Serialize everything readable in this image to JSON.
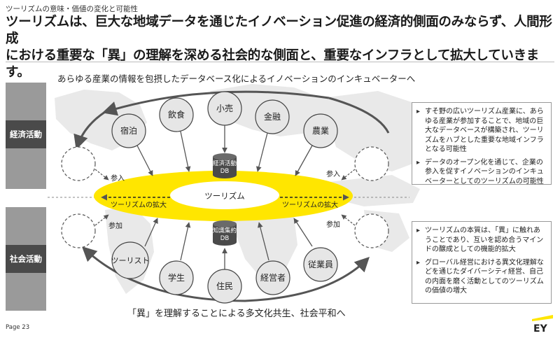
{
  "subtitle": "ツーリズムの意味・価値の変化と可能性",
  "headline_line1": "ツーリズムは、巨大な地域データを通じたイノベーション促進の経済的側面のみならず、人間形成",
  "headline_line2": "における重要な「異」の理解を深める社会的な側面と、重要なインフラとして拡大していきます。",
  "incubator_caption": "あらゆる産業の情報を包摂したデータベース化によるイノベーションのインキュベーターへ",
  "bottom_caption": "「異」を理解することによる多文化共生、社会平和へ",
  "page_number": "Page 23",
  "row_labels": {
    "economic": "経済活動",
    "social": "社会活動"
  },
  "center_label": "ツーリズム",
  "expand_label_left": "ツーリズムの拡大",
  "expand_label_right": "ツーリズムの拡大",
  "participate_label": "参入",
  "join_label": "参加",
  "db_economic": {
    "line1": "経済活動",
    "line2": "DB"
  },
  "db_knowledge": {
    "line1": "知識集約",
    "line2": "DB"
  },
  "top_nodes": [
    "宿泊",
    "飲食",
    "小売",
    "金融",
    "農業"
  ],
  "bottom_nodes": [
    "ツーリスト",
    "学生",
    "住民",
    "経営者",
    "従業員"
  ],
  "box_top": [
    "すそ野の広いツーリズム産業に、あらゆる産業が参加することで、地域の巨大なデータベースが構築され、ツーリズムをハブとした重要な地域インフラとなる可能性",
    "データのオープン化を通じて、企業の参入を促すイノベーションのインキュベーターとしてのツーリズムの可能性"
  ],
  "box_bottom": [
    "ツーリズムの本質は、「異」に触れあうことであり、互いを認め合うマインドの醸成としての機能的拡大",
    "グローバル経営における異文化理解などを通じたダイバーシティ経営、自己の内面を磨く活動としてのツーリズムの価値の増大"
  ],
  "logo_text": "EY",
  "colors": {
    "yellow": "#ffe600",
    "dark": "#4a4a4a",
    "node_fill": "#e6e6e6",
    "map": "#e9e9e9"
  }
}
